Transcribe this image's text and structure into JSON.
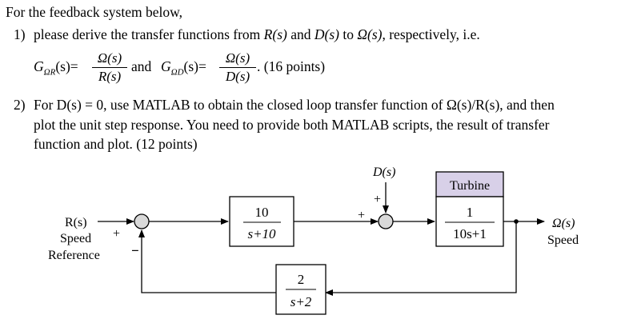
{
  "problem": {
    "intro": "For the feedback system below,",
    "q1_num": "1)",
    "q1_text_a": "please derive the transfer functions from ",
    "q1_R": "R(s)",
    "q1_and": " and ",
    "q1_D": "D(s)",
    "q1_to": " to ",
    "q1_Omega": "Ω(s)",
    "q1_tail": ", respectively, i.e.",
    "G1_label": "G",
    "G1_sub": "ΩR",
    "G1_arg": "(s)=",
    "G1_num": "Ω(s)",
    "G1_den": "R(s)",
    "and_text": "and",
    "G2_label": "G",
    "G2_sub": "ΩD",
    "G2_arg": "(s)=",
    "G2_num": "Ω(s)",
    "G2_den": "D(s)",
    "q1_points": ". (16 points)",
    "q2_num": "2)",
    "q2_line1": "For D(s) = 0, use MATLAB to obtain the closed loop transfer function of Ω(s)/R(s), and then",
    "q2_line2": "plot the unit step response. You need to provide both MATLAB scripts, the result of transfer",
    "q2_line3": "function and plot. (12 points)"
  },
  "diagram": {
    "input_label_1": "R(s)",
    "input_label_2": "Speed",
    "input_label_3": "Reference",
    "sum1_plus": "+",
    "sum1_minus": "−",
    "block1_num": "10",
    "block1_den": "s+10",
    "disturbance_label": "D(s)",
    "sum2_plus_top": "+",
    "sum2_plus_left": "+",
    "turbine_label": "Turbine",
    "plant_num": "1",
    "plant_den": "10s+1",
    "output_label_1": "Ω(s)",
    "output_label_2": "Speed",
    "feedback_num": "2",
    "feedback_den": "s+2",
    "colors": {
      "turbine_fill": "#d8d0e8",
      "line": "#000000"
    }
  }
}
